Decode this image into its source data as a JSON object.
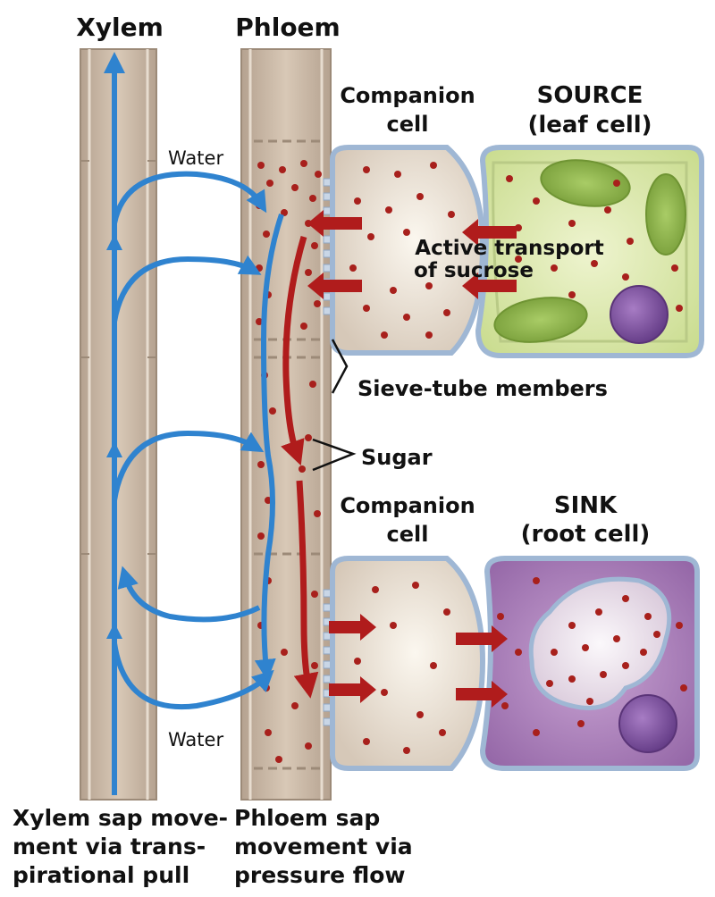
{
  "labels": {
    "xylem": "Xylem",
    "phloem": "Phloem",
    "water_top": "Water",
    "water_bottom": "Water",
    "companion_top_1": "Companion",
    "companion_top_2": "cell",
    "companion_bottom_1": "Companion",
    "companion_bottom_2": "cell",
    "source_1": "SOURCE",
    "source_2": "(leaf cell)",
    "sink_1": "SINK",
    "sink_2": "(root cell)",
    "active_1": "Active transport",
    "active_2": "of sucrose",
    "sieve_tube": "Sieve-tube members",
    "sugar": "Sugar"
  },
  "captions": {
    "xylem_lines": [
      "Xylem sap move-",
      "ment via trans-",
      "pirational pull"
    ],
    "phloem_lines": [
      "Phloem sap",
      "movement via",
      "pressure flow"
    ]
  },
  "colors": {
    "tube": "#cdbcaa",
    "tube_edge": "#9c8a78",
    "water_arrow": "#2f83cf",
    "sugar_arrow": "#b01c1c",
    "sugar_dot": "#a8201c",
    "leaf_cell": "#d7e6a6",
    "root_cell": "#a475b4",
    "chloroplast": "#8db548",
    "nucleus": "#7c4ea0",
    "membrane": "#9fb7d4"
  }
}
